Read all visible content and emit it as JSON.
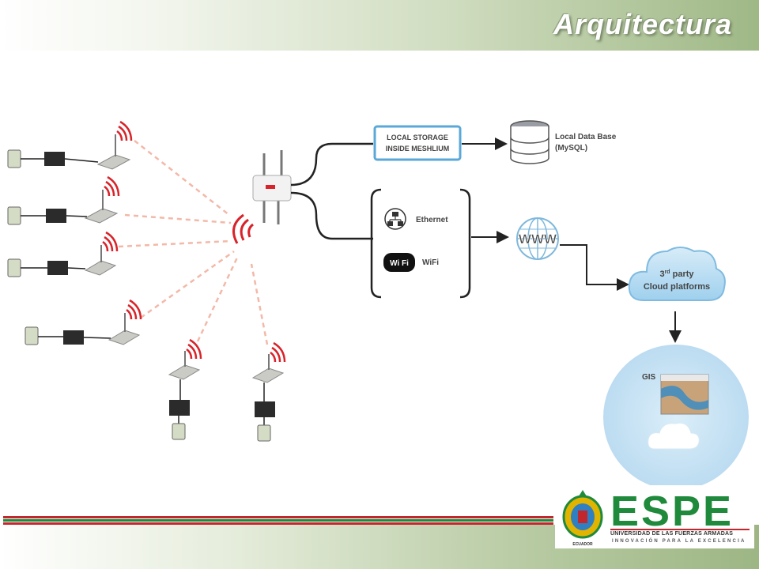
{
  "slide": {
    "title": "Arquitectura"
  },
  "diagram": {
    "local_storage_label_1": "LOCAL STORAGE",
    "local_storage_label_2": "INSIDE MESHLIUM",
    "database_label_1": "Local Data Base",
    "database_label_2": "(MySQL)",
    "ethernet_label": "Ethernet",
    "wifi_badge": "Wi Fi",
    "wifi_label": "WiFi",
    "www_label": "WWW",
    "cloud_label_1_main": "3",
    "cloud_label_1_sup": "rd",
    "cloud_label_1_rest": " party",
    "cloud_label_2": "Cloud platforms",
    "gis_label": "GIS"
  },
  "logo": {
    "wordmark": "ESPE",
    "subtitle": "UNIVERSIDAD DE LAS FUERZAS ARMADAS",
    "tagline": "INNOVACIÓN PARA LA EXCELENCIA",
    "crest_text": "ECUADOR",
    "colors": {
      "green": "#1f8a3b",
      "red": "#c1272d",
      "gold": "#e0b400"
    }
  }
}
